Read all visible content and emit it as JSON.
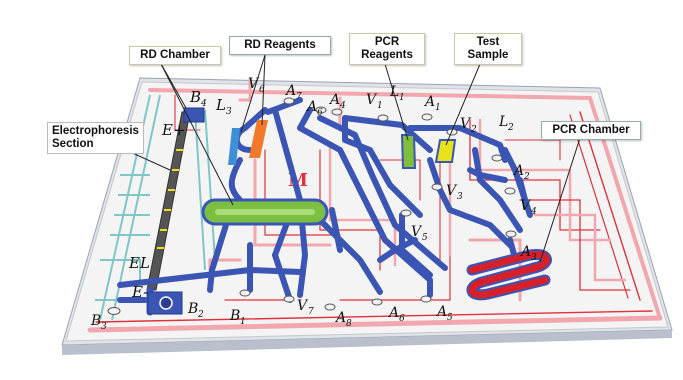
{
  "callouts": {
    "rd_chamber": "RD Chamber",
    "rd_reagents": "RD Reagents",
    "pcr_reagents_1": "PCR",
    "pcr_reagents_2": "Reagents",
    "test_sample_1": "Test",
    "test_sample_2": "Sample",
    "electrophoresis_1": "Electrophoresis",
    "electrophoresis_2": "Section",
    "pcr_chamber": "PCR Chamber"
  },
  "chip_labels": {
    "b4": "B",
    "b4_sub": "4",
    "l3": "L",
    "l3_sub": "3",
    "v6": "V",
    "v6_sub": "6",
    "a7": "A",
    "a7_sub": "7",
    "a6": "A",
    "a6_sub": "6",
    "a4": "A",
    "a4_sub": "4",
    "v1": "V",
    "v1_sub": "1",
    "l1": "L",
    "l1_sub": "1",
    "a1": "A",
    "a1_sub": "1",
    "v2": "V",
    "v2_sub": "2",
    "l2": "L",
    "l2_sub": "2",
    "e_plus": "E+",
    "a2": "A",
    "a2_sub": "2",
    "v3": "V",
    "v3_sub": "3",
    "v4": "V",
    "v4_sub": "4",
    "v5": "V",
    "v5_sub": "5",
    "a3": "A",
    "a3_sub": "3",
    "el": "EL",
    "e_minus": "E-",
    "b3": "B",
    "b3_sub": "3",
    "b2": "B",
    "b2_sub": "2",
    "b1": "B",
    "b1_sub": "1",
    "v7": "V",
    "v7_sub": "7",
    "a8": "A",
    "a8_sub": "8",
    "a6b": "A",
    "a6b_sub": "6",
    "a5": "A",
    "a5_sub": "5",
    "logo": "M"
  },
  "colors": {
    "channel": "#3a55b4",
    "trace_red": "#e0313c",
    "trace_pink": "#f2a7ae",
    "trace_teal": "#7fc6c6",
    "rd_chamber_fill": "#7bc043",
    "reagent_orange": "#f07a2a",
    "reagent_blue": "#3d8fd8",
    "pcr_reagent_green": "#7fbf3c",
    "test_sample_yellow": "#e8e21a",
    "pcr_chamber_red": "#d8202a"
  }
}
